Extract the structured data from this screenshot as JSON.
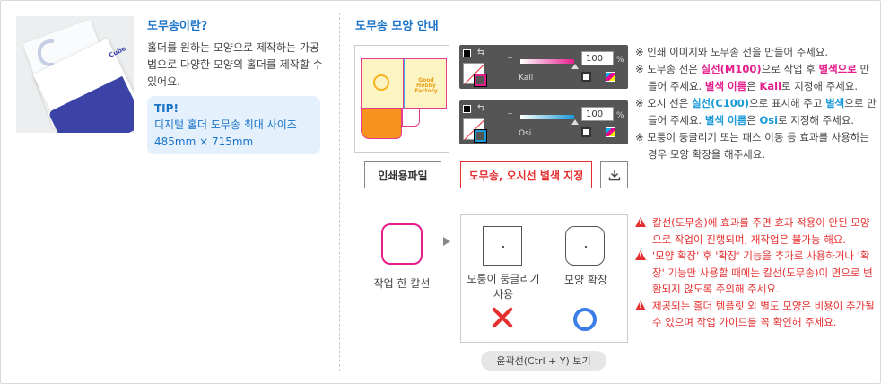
{
  "left": {
    "title": "도무송이란?",
    "description": "홀더를 원하는 모양으로 제작하는 가공법으로 다양한 모양의 홀더를 제작할 수 있어요.",
    "tip_label": "TIP!",
    "tip_line1": "디지털 홀더 도무송 최대 사이즈",
    "tip_line2": "485mm × 715mm",
    "thumb_brand": "Cube"
  },
  "right": {
    "title": "도무송 모양 안내",
    "art_logo": "Good Hobby Factory",
    "palette_kall": {
      "tint_label": "T",
      "value": "100",
      "unit": "%",
      "name": "Kall"
    },
    "palette_osi": {
      "tint_label": "T",
      "value": "100",
      "unit": "%",
      "name": "Osi"
    },
    "buttons": {
      "print_file": "인쇄용파일",
      "cutline_spot": "도무송, 오시선 별색 지정"
    },
    "notes": [
      {
        "prefix": "※ ",
        "parts": [
          {
            "t": "인쇄 이미지와 도무송 선을 만들어 주세요.",
            "c": ""
          }
        ]
      },
      {
        "prefix": "※ ",
        "parts": [
          {
            "t": "도무송 선은 ",
            "c": ""
          },
          {
            "t": "실선(M100)",
            "c": "pink"
          },
          {
            "t": "으로 작업 후 ",
            "c": ""
          },
          {
            "t": "별색으로",
            "c": "pink"
          },
          {
            "t": " 만들어 주세요. ",
            "c": ""
          },
          {
            "t": "별색 이름",
            "c": "pink"
          },
          {
            "t": "은 ",
            "c": ""
          },
          {
            "t": "Kall",
            "c": "pink"
          },
          {
            "t": "로 지정해 주세요.",
            "c": ""
          }
        ]
      },
      {
        "prefix": "※ ",
        "parts": [
          {
            "t": "오시 선은 ",
            "c": ""
          },
          {
            "t": "실선(C100)",
            "c": "blue"
          },
          {
            "t": "으로 표시해 주고 ",
            "c": ""
          },
          {
            "t": "별색",
            "c": "blue"
          },
          {
            "t": "으로 만들어 주세요. ",
            "c": ""
          },
          {
            "t": "별색 이름",
            "c": "blue"
          },
          {
            "t": "은 ",
            "c": ""
          },
          {
            "t": "Osi",
            "c": "blue"
          },
          {
            "t": "로 지정해 주세요.",
            "c": ""
          }
        ]
      },
      {
        "prefix": "※ ",
        "parts": [
          {
            "t": "모퉁이 둥글리기 또는 패스 이동 등 효과를 사용하는 경우 모양 확장을 해주세요.",
            "c": ""
          }
        ]
      }
    ],
    "demo": {
      "cut_label": "작업 한 칼선",
      "rounded_label": "모퉁이 둥글리기 사용",
      "expand_label": "모양 확장",
      "outline_button": "윤곽선(Ctrl + Y) 보기"
    },
    "warnings": [
      "칼선(도무송)에 효과를 주면 효과 적용이 안된 모양으로 작업이 진행되며, 재작업은 불가능 해요.",
      "'모양 확장' 후 '확장' 기능을 추가로 사용하거나 '확장' 기능만 사용할 때에는 칼선(도무송)이 면으로 변환되지 않도록 주의해 주세요.",
      "제공되는 홀더 템플릿 외 별도 모양은 비용이 추가될 수 있으며 작업 가이드를 꼭 확인해 주세요."
    ]
  },
  "colors": {
    "accent_blue": "#1a73c8",
    "tip_bg": "#e4f0fb",
    "magenta": "#e61e8c",
    "cyan": "#1a9ad9",
    "warning_red": "#e63030",
    "palette_bg": "#555555"
  },
  "icons": [
    "download-icon",
    "warning-icon",
    "x-mark-icon",
    "o-mark-icon",
    "play-arrow-icon"
  ]
}
